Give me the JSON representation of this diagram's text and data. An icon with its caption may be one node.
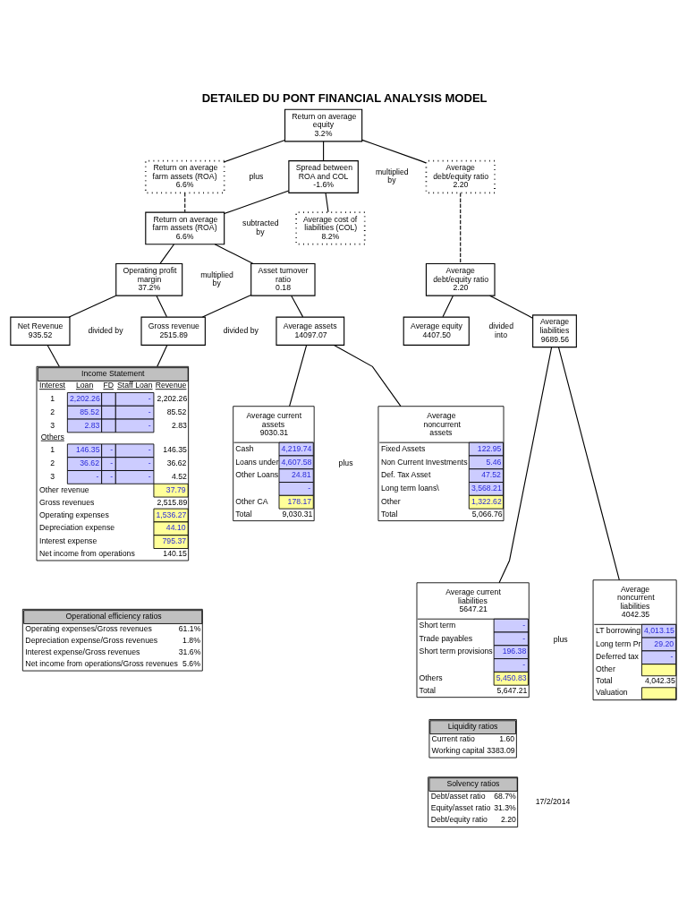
{
  "diagram": {
    "title": "DETAILED DU PONT FINANCIAL ANALYSIS MODEL",
    "nodes": [
      {
        "text": [
          "Return on average equity",
          "3.2%"
        ]
      },
      {
        "text": [
          "Return on average farm assets (ROA)",
          "6.6%"
        ]
      },
      {
        "text": [
          "Spread between ROA and COL",
          "-1.6%"
        ]
      },
      {
        "text": [
          "Average debt/equity ratio",
          "2.20"
        ]
      },
      {
        "text": [
          "Return on average farm assets (ROA)",
          "6.6%"
        ]
      },
      {
        "text": [
          "Average cost of liabilities (COL)",
          "8.2%"
        ]
      },
      {
        "text": [
          "Operating profit margin",
          "37.2%"
        ]
      },
      {
        "text": [
          "Asset turnover ratio",
          "0.18"
        ]
      },
      {
        "text": [
          "Average debt/equity ratio",
          "2.20"
        ]
      },
      {
        "text": [
          "Net Revenue",
          "935.52"
        ]
      },
      {
        "text": [
          "Gross revenue",
          "2515.89"
        ]
      },
      {
        "text": [
          "Average assets",
          "14097.07"
        ]
      },
      {
        "text": [
          "Average equity",
          "4407.50"
        ]
      },
      {
        "text": [
          "Average liabilities",
          "9689.56"
        ]
      },
      {
        "text": [
          "Income Statement",
          "Interest",
          "Loan",
          "FD",
          "Staff Loan",
          "Revenue",
          "1",
          "2,202.26",
          "-",
          "2,202.26",
          "2",
          "85.52",
          "-",
          "85.52",
          "3",
          "2.83",
          "-",
          "2.83",
          "Others",
          "1",
          "146.35",
          "-",
          "-",
          "146.35",
          "2",
          "36.62",
          "-",
          "-",
          "36.62",
          "3",
          "-",
          "-",
          "-",
          "4.52",
          "Other revenue",
          "37.79",
          "Gross revenues",
          "2,515.89",
          "Operating expenses",
          "1,536.27",
          "Depreciation expense",
          "44.10",
          "Interest expense",
          "795.37",
          "Net income from operations",
          "140.15"
        ]
      },
      {
        "text": [
          "Average current assets",
          "9030.31",
          "Cash",
          "4,219.74",
          "Loans under",
          "4,607.58",
          "Other Loans",
          "24.81",
          "-",
          "Other CA",
          "178.17",
          "Total",
          "9,030.31"
        ]
      },
      {
        "text": [
          "Average noncurrent assets",
          "Fixed Assets",
          "122.95",
          "Non Current Investments",
          "5.46",
          "Def. Tax Asset",
          "47.52",
          "Long term loans\\",
          "3,568.21",
          "Other",
          "1,322.62",
          "Total",
          "5,066.76"
        ]
      },
      {
        "text": [
          "Average current liabilities",
          "5647.21",
          "Short term",
          "-",
          "Trade payables",
          "-",
          "Short term provisions",
          "196.38",
          "-",
          "Others",
          "5,450.83",
          "Total",
          "5,647.21"
        ]
      },
      {
        "text": [
          "Average noncurrent liabilities",
          "4042.35",
          "LT borrowing",
          "4,013.15",
          "Long term Pr",
          "29.20",
          "Deferred tax",
          "-",
          "Other",
          "Total",
          "4,042.35",
          "Valuation"
        ]
      },
      {
        "text": [
          "Liquidity ratios",
          "Current ratio",
          "1.60",
          "Working capital",
          "3383.09"
        ]
      },
      {
        "text": [
          "Solvency ratios",
          "Debt/asset ratio",
          "68.7%",
          "Equity/asset ratio",
          "31.3%",
          "Debt/equity ratio",
          "2.20"
        ]
      },
      {
        "text": [
          "Operational efficiency ratios",
          "Operating expenses/Gross revenues",
          "61.1%",
          "Depreciation expense/Gross revenues",
          "1.8%",
          "Interest expense/Gross revenues",
          "31.6%",
          "Net income from operations/Gross revenues",
          "5.6%"
        ]
      }
    ],
    "edges": [
      {
        "from": 0,
        "to": 1,
        "arrow": "none"
      },
      {
        "from": 0,
        "to": 2,
        "arrow": "none"
      },
      {
        "from": 0,
        "to": 3,
        "arrow": "none"
      },
      {
        "from": 2,
        "to": 4,
        "arrow": "none"
      },
      {
        "from": 2,
        "to": 5,
        "arrow": "none"
      },
      {
        "from": 1,
        "to": 4,
        "arrow": "none",
        "style": "dashed"
      },
      {
        "from": 3,
        "to": 8,
        "arrow": "none",
        "style": "dashed"
      },
      {
        "from": 4,
        "to": 6,
        "arrow": "none"
      },
      {
        "from": 4,
        "to": 7,
        "arrow": "none"
      },
      {
        "from": 6,
        "to": 9,
        "arrow": "none"
      },
      {
        "from": 6,
        "to": 10,
        "arrow": "none"
      },
      {
        "from": 7,
        "to": 10,
        "arrow": "none"
      },
      {
        "from": 7,
        "to": 11,
        "arrow": "none"
      },
      {
        "from": 8,
        "to": 12,
        "arrow": "none"
      },
      {
        "from": 8,
        "to": 13,
        "arrow": "none"
      },
      {
        "from": 9,
        "to": 14,
        "arrow": "none"
      },
      {
        "from": 10,
        "to": 14,
        "arrow": "none"
      },
      {
        "from": 11,
        "to": 15,
        "arrow": "none"
      },
      {
        "from": 11,
        "to": 16,
        "arrow": "none"
      },
      {
        "from": 13,
        "to": 17,
        "arrow": "none"
      },
      {
        "from": 13,
        "to": 18,
        "arrow": "none"
      }
    ],
    "labels": [
      "plus",
      "multiplied by",
      "subtracted by",
      "multiplied by",
      "divided by",
      "divided by",
      "divided into",
      "plus",
      "plus",
      "17/2/2014"
    ]
  }
}
